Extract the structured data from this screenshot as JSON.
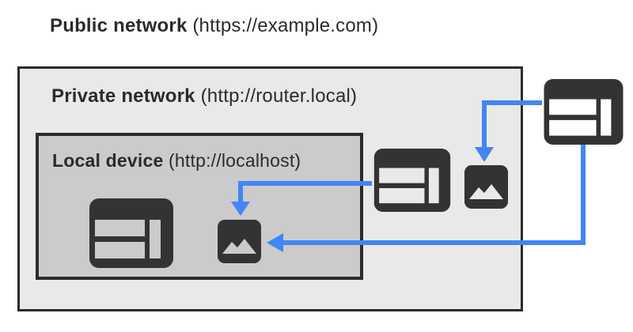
{
  "title": {
    "bold": "Public network",
    "rest": " (https://example.com)"
  },
  "private_network": {
    "label_bold": "Private network",
    "label_rest": " (http://router.local)"
  },
  "local_device": {
    "label_bold": "Local device",
    "label_rest": " (http://localhost)"
  },
  "icons": {
    "browser_window": "browser-window-icon",
    "image": "image-icon"
  },
  "nodes": [
    {
      "id": "public-network-browser",
      "zone": "public network",
      "icon": "browser-window-icon"
    },
    {
      "id": "private-network-browser",
      "zone": "private network",
      "icon": "browser-window-icon"
    },
    {
      "id": "private-network-image",
      "zone": "private network",
      "icon": "image-icon"
    },
    {
      "id": "local-device-browser",
      "zone": "local device",
      "icon": "browser-window-icon"
    },
    {
      "id": "local-device-image",
      "zone": "local device",
      "icon": "image-icon"
    }
  ],
  "arrows": [
    {
      "name": "public-browser-to-private-image",
      "from": "public-network-browser",
      "to": "private-network-image"
    },
    {
      "name": "public-browser-to-local-image",
      "from": "public-network-browser",
      "to": "local-device-image"
    },
    {
      "name": "private-browser-to-local-image",
      "from": "private-network-browser",
      "to": "local-device-image"
    }
  ],
  "colors": {
    "page_bg": "#ffffff",
    "private_bg": "#e9e9e9",
    "local_bg": "#cbcbcb",
    "border_dark": "#2b2b2b",
    "icon_dark": "#333333",
    "accent_blue": "#4285f4",
    "text_dark": "#2b2b2b"
  }
}
